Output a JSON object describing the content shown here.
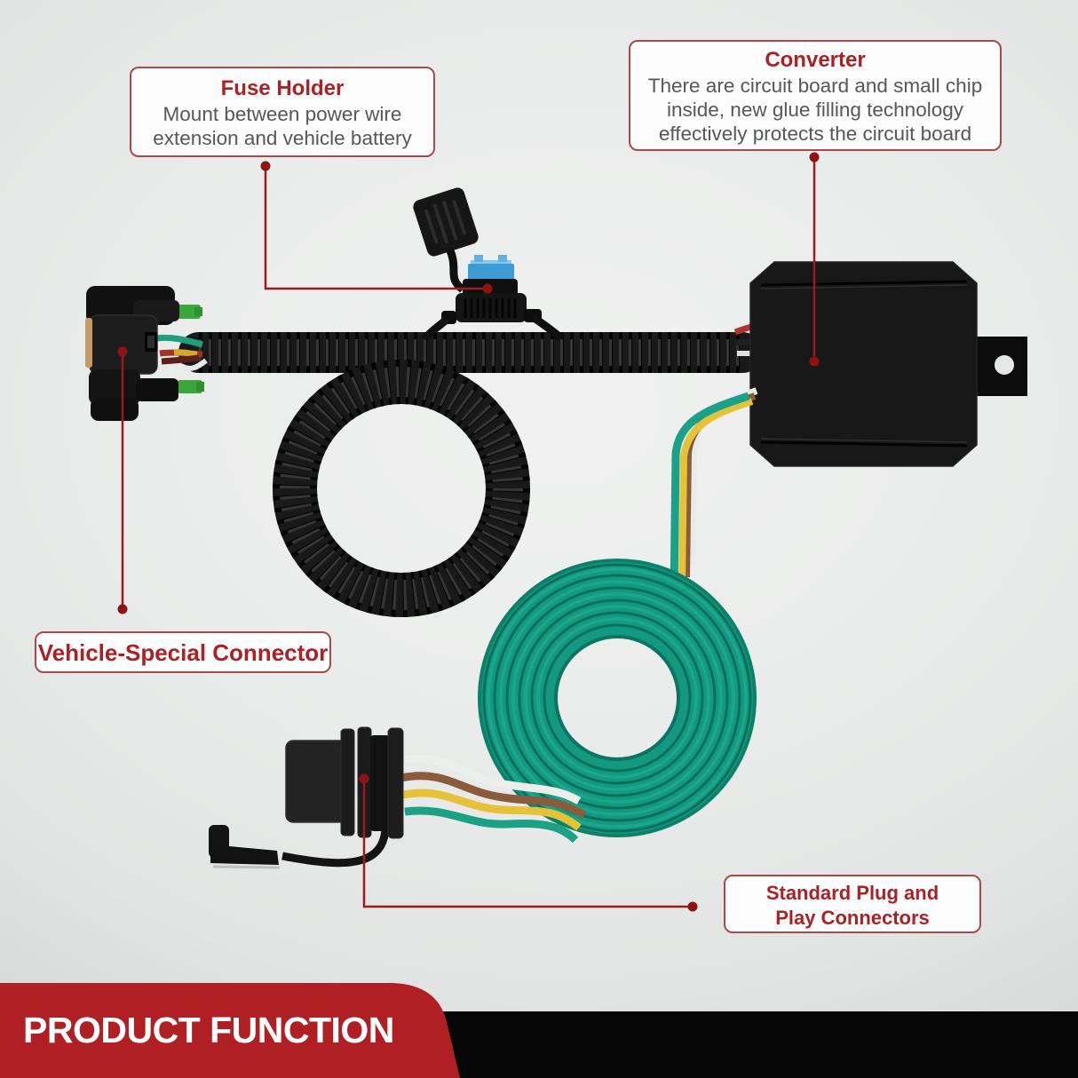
{
  "banner": {
    "label": "PRODUCT FUNCTION"
  },
  "callouts": {
    "fuse": {
      "title": "Fuse Holder",
      "body": "Mount between power wire\nextension and vehicle battery"
    },
    "converter": {
      "title": "Converter",
      "body": "There are circuit board and small chip\ninside, new glue filling technology\neffectively protects the circuit board"
    },
    "vehicle": {
      "title": "Vehicle-Special Connector"
    },
    "plug": {
      "title": "Standard Plug and\nPlay Connectors"
    }
  },
  "diagram": {
    "parts": [
      "vehicle-special-connector",
      "corrugated-wire-loom",
      "fuse-holder-with-blue-fuse",
      "converter-box-with-mounting-tab",
      "green-wire-coil",
      "four-pin-flat-connector-with-dust-cap"
    ],
    "colors": {
      "accent_red": "#9c1b1b",
      "title_red": "#ab2124",
      "banner_red": "#b01f23",
      "body_gray": "#55575a",
      "footer_black": "#060607",
      "coil_teal": "#13997f",
      "fuse_blue": "#3d9bd6",
      "tab_green": "#3aa63c",
      "wire_yellow": "#e6c23a",
      "wire_brown": "#8a5c3e",
      "wire_white": "#eceeec"
    }
  }
}
